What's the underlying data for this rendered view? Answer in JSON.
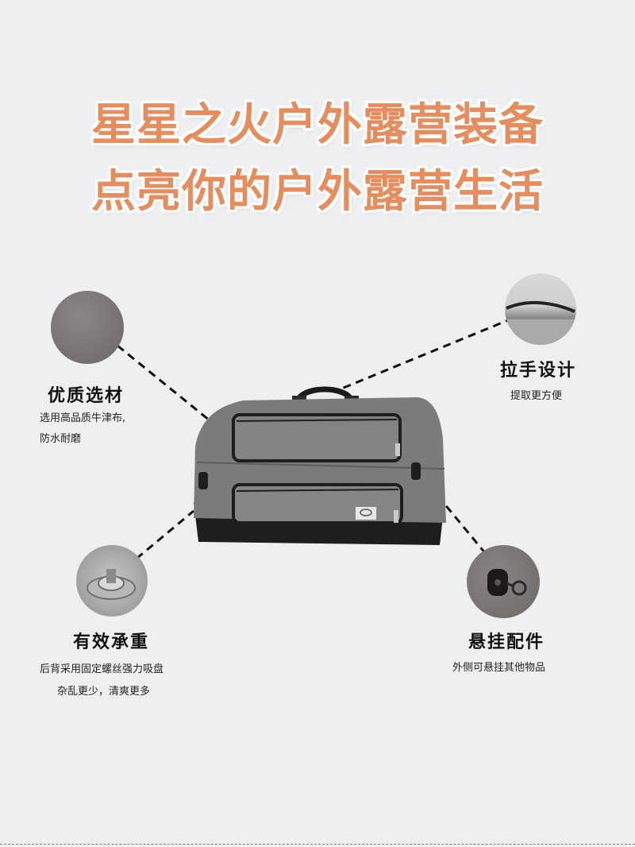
{
  "headline": {
    "line1": "星星之火户外露营装备",
    "line2": "点亮你的户外露营生活"
  },
  "features": {
    "material": {
      "title": "优质选材",
      "desc_line1": "选用高品质牛津布,",
      "desc_line2": "防水耐磨"
    },
    "handle": {
      "title": "拉手设计",
      "desc": "提取更方便"
    },
    "suction": {
      "title": "有效承重",
      "desc_line1": "后背采用固定螺丝强力吸盘",
      "desc_line2": "杂乱更少，清爽更多"
    },
    "hanging": {
      "title": "悬挂配件",
      "desc": "外侧可悬挂其他物品"
    }
  },
  "colors": {
    "headline": "#e68c5d",
    "background": "#eeeff1",
    "bag_body": "#7b7b7d",
    "bag_base": "#1e1e1f"
  }
}
